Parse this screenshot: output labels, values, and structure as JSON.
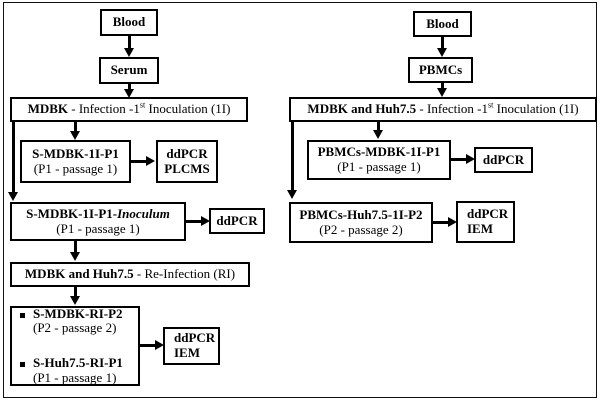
{
  "figure": {
    "type": "flowchart",
    "description": "Experimental workflow flowchart for virus isolation and passage from blood serum and PBMCs",
    "columns": [
      {
        "name": "serum-pathway",
        "nodes": [
          "Blood",
          "Serum",
          "MDBK - Infection -1st Inoculation (1I)",
          "S-MDBK-1I-P1",
          "ddPCR PLCMS",
          "S-MDBK-1I-P1-Inoculum",
          "ddPCR",
          "MDBK and Huh7.5 - Re-Infection (RI)",
          "S-MDBK-RI-P2",
          "S-Huh7.5-RI-P1",
          "ddPCR IEM"
        ]
      },
      {
        "name": "pbmc-pathway",
        "nodes": [
          "Blood",
          "PBMCs",
          "MDBK and Huh7.5 - Infection -1st Inoculation (1I)",
          "PBMCs-MDBK-1I-P1",
          "ddPCR",
          "PBMCs-Huh7.5-1I-P2",
          "ddPCR IEM"
        ]
      }
    ]
  },
  "left": {
    "blood": "Blood",
    "serum": "Serum",
    "infection_prefix": "MDBK",
    "infection_mid": " - Infection -1",
    "infection_sup": "st",
    "infection_suffix": " Inoculation (1I)",
    "p1_title": "S-MDBK-1I-P1",
    "p1_sub": "(P1 - passage 1)",
    "assay1_line1": "ddPCR",
    "assay1_line2": "PLCMS",
    "inoculum_title": "S-MDBK-1I-P1-",
    "inoculum_italic": "Inoculum",
    "inoculum_sub": "(P1 - passage 1)",
    "assay2": "ddPCR",
    "reinfection_bold": "MDBK and Huh7.5",
    "reinfection_rest": " - Re-Infection (RI)",
    "bullet1_title": "S-MDBK-RI-P2",
    "bullet1_sub": "(P2 - passage 2)",
    "bullet2_title": "S-Huh7.5-RI-P1",
    "bullet2_sub": "(P1 - passage 1)",
    "assay3_line1": "ddPCR",
    "assay3_line2": "IEM"
  },
  "right": {
    "blood": "Blood",
    "pbmcs": "PBMCs",
    "infection_prefix": "MDBK and Huh7.5",
    "infection_mid": " - Infection -1",
    "infection_sup": "st",
    "infection_suffix": " Inoculation (1I)",
    "p1_title": "PBMCs-MDBK-1I-P1",
    "p1_sub": "(P1 - passage 1)",
    "assay1": "ddPCR",
    "p2_title": "PBMCs-Huh7.5-1I-P2",
    "p2_sub": "(P2 - passage 2)",
    "assay2_line1": "ddPCR",
    "assay2_line2": "IEM"
  },
  "colors": {
    "stroke": "#000000",
    "background": "#ffffff",
    "frame": "#111111"
  }
}
